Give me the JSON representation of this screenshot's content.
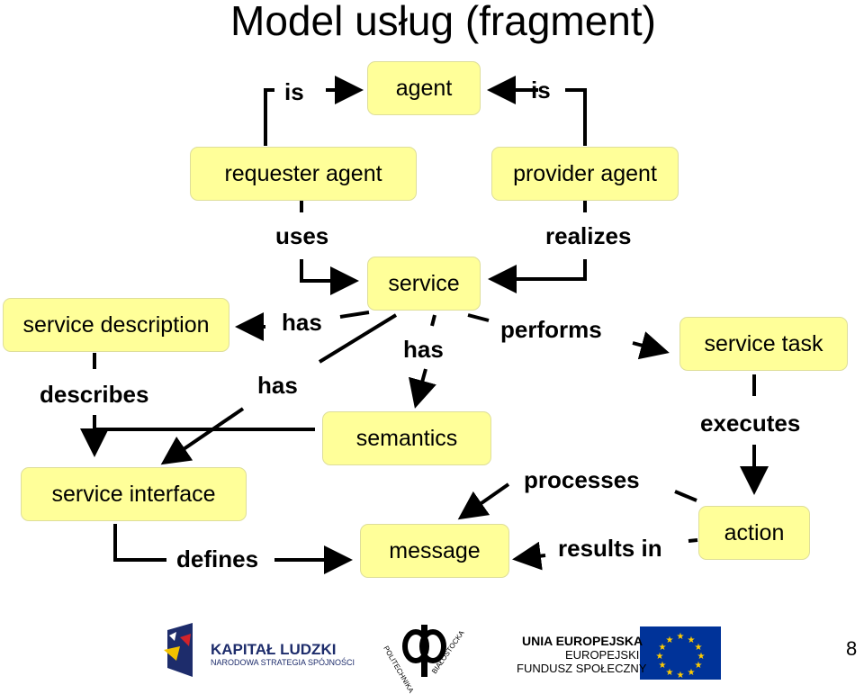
{
  "title": "Model usług (fragment)",
  "nodes": {
    "agent": "agent",
    "requester_agent": "requester agent",
    "provider_agent": "provider agent",
    "service": "service",
    "service_description": "service description",
    "service_task": "service task",
    "semantics": "semantics",
    "service_interface": "service interface",
    "message": "message",
    "action": "action"
  },
  "relations": {
    "is_left": "is",
    "is_right": "is",
    "uses": "uses",
    "realizes": "realizes",
    "has_desc": "has",
    "has_sem": "has",
    "performs": "performs",
    "describes": "describes",
    "has_iface": "has",
    "executes": "executes",
    "processes": "processes",
    "defines": "defines",
    "results_in": "results in"
  },
  "footer": {
    "kapital_title": "KAPITAŁ LUDZKI",
    "kapital_subtitle": "NARODOWA STRATEGIA SPÓJNOŚCI",
    "politechnika_left": "POLITECHNIKA",
    "politechnika_right": "BIAŁOSTOCKA",
    "ue_line1": "UNIA EUROPEJSKA",
    "ue_line2": "EUROPEJSKI",
    "ue_line3": "FUNDUSZ SPOŁECZNY",
    "page_number": "8"
  },
  "colors": {
    "node_fill": "#ffff99",
    "node_border": "#dede9a",
    "edge": "#000000",
    "eu_blue": "#003399",
    "eu_star": "#ffcc00",
    "kl_blue": "#1d2c6b",
    "kl_red": "#d2232a"
  }
}
